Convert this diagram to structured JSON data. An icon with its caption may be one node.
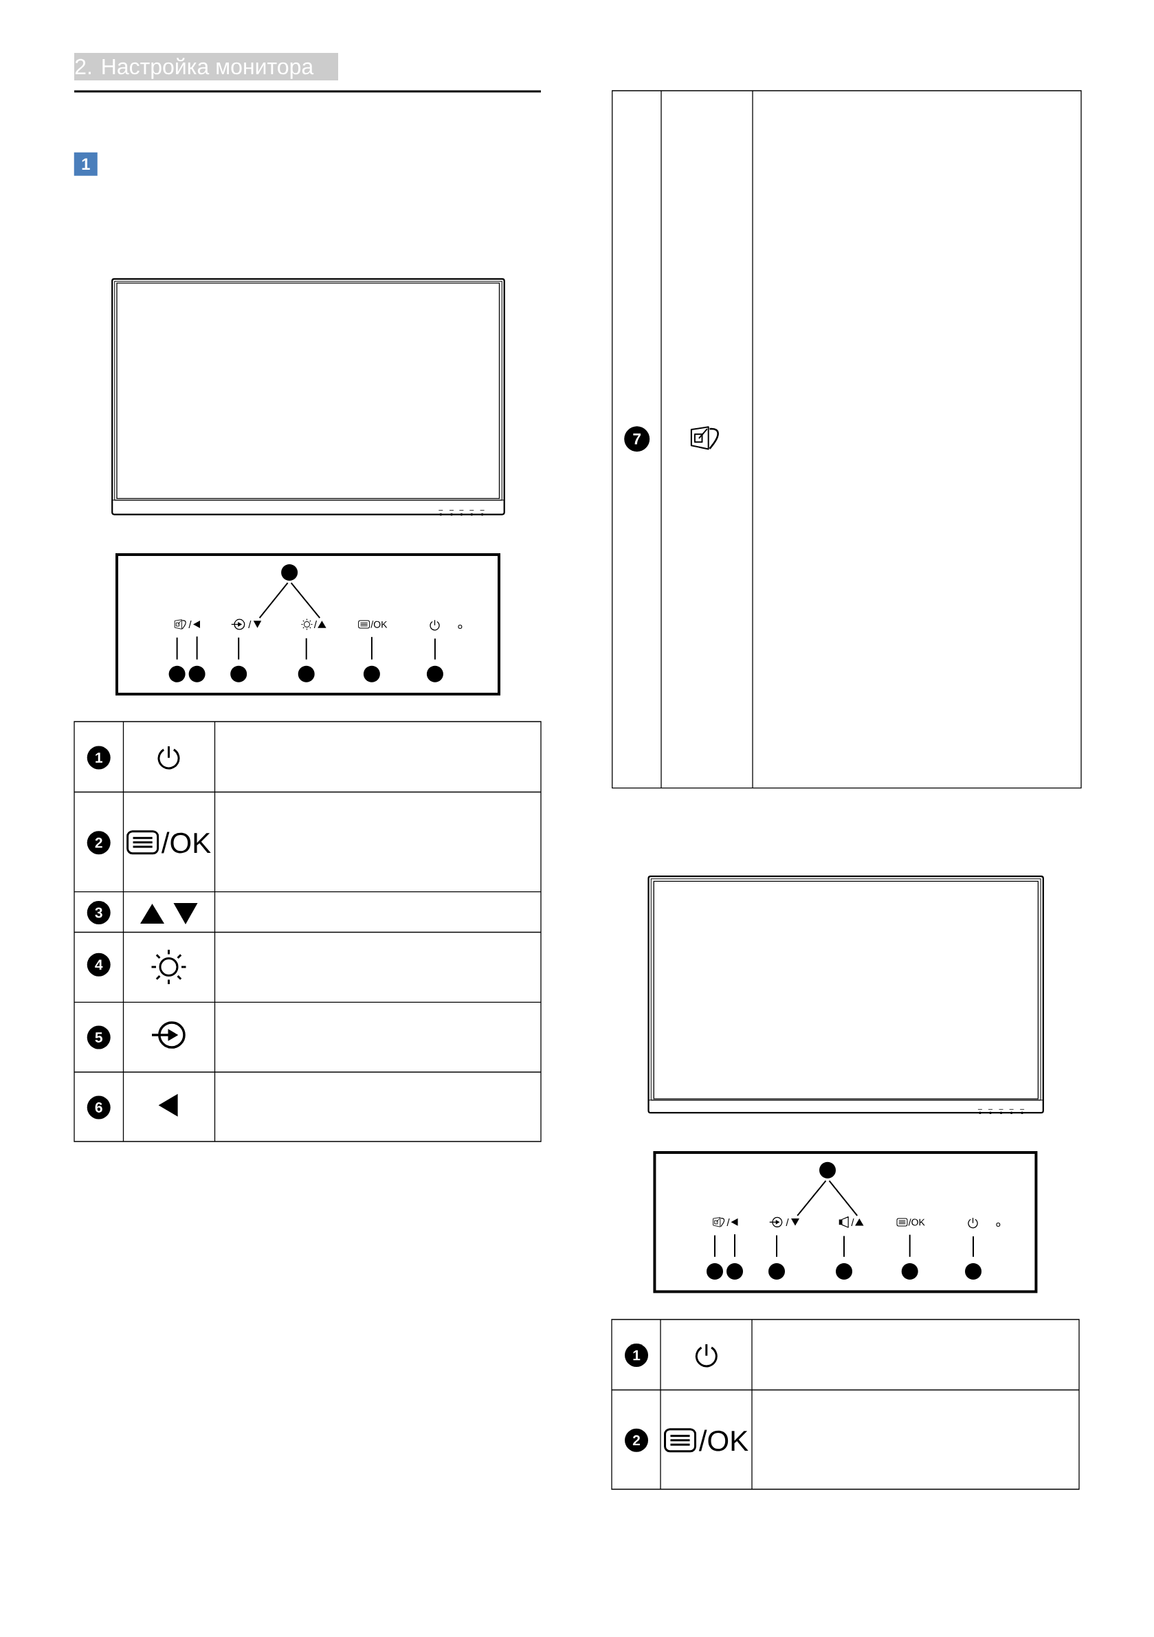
{
  "diagram": {
    "title": "2. Настройка монитора",
    "nodes": [
      {
        "text": [],
        "shape": "box"
      },
      {
        "text": [],
        "shape": "circle",
        "in": 0
      },
      {
        "text": [],
        "shape": "picture",
        "in": 0
      },
      {
        "text": [],
        "shape": "triangle",
        "in": 0
      },
      {
        "text": [],
        "shape": "picture",
        "in": 0
      },
      {
        "text": [],
        "shape": "triangle",
        "in": 0
      },
      {
        "text": [],
        "shape": "picture",
        "in": 0
      },
      {
        "text": [],
        "shape": "triangle",
        "in": 0
      },
      {
        "text": [
          "/OK"
        ],
        "in": 0
      },
      {
        "text": [],
        "shape": "picture",
        "in": 0
      },
      {
        "text": [],
        "shape": "circle",
        "in": 0
      },
      {
        "text": [],
        "shape": "circle",
        "in": 0
      },
      {
        "text": [],
        "shape": "circle",
        "in": 0
      },
      {
        "text": [],
        "shape": "circle",
        "in": 0
      },
      {
        "text": [],
        "shape": "circle",
        "in": 0
      },
      {
        "text": [],
        "shape": "circle",
        "in": 0
      },
      {
        "text": [],
        "shape": "box"
      },
      {
        "text": [],
        "shape": "circle",
        "in": 16
      },
      {
        "text": [],
        "shape": "picture",
        "in": 16
      },
      {
        "text": [],
        "shape": "triangle",
        "in": 16
      },
      {
        "text": [],
        "shape": "picture",
        "in": 16
      },
      {
        "text": [],
        "shape": "triangle",
        "in": 16
      },
      {
        "text": [],
        "shape": "speaker",
        "in": 16
      },
      {
        "text": [],
        "shape": "triangle",
        "in": 16
      },
      {
        "text": [
          "/OK"
        ],
        "in": 16
      },
      {
        "text": [],
        "shape": "picture",
        "in": 16
      },
      {
        "text": [],
        "shape": "circle",
        "in": 16
      },
      {
        "text": [],
        "shape": "circle",
        "in": 16
      },
      {
        "text": [],
        "shape": "circle",
        "in": 16
      },
      {
        "text": [],
        "shape": "circle",
        "in": 16
      },
      {
        "text": [],
        "shape": "circle",
        "in": 16
      },
      {
        "text": [],
        "shape": "circle",
        "in": 16
      }
    ],
    "edges": [
      {
        "from": 1,
        "to": 5,
        "arrow": "none"
      },
      {
        "from": 1,
        "to": 7,
        "arrow": "none"
      },
      {
        "from": 10,
        "to": 2,
        "arrow": "none"
      },
      {
        "from": 11,
        "to": 3,
        "arrow": "none"
      },
      {
        "from": 12,
        "to": 4,
        "arrow": "none"
      },
      {
        "from": 13,
        "to": 6,
        "arrow": "none"
      },
      {
        "from": 14,
        "to": 8,
        "arrow": "none"
      },
      {
        "from": 15,
        "to": 9,
        "arrow": "none"
      },
      {
        "from": 17,
        "to": 21,
        "arrow": "none"
      },
      {
        "from": 17,
        "to": 23,
        "arrow": "none"
      },
      {
        "from": 26,
        "to": 18,
        "arrow": "none"
      },
      {
        "from": 27,
        "to": 19,
        "arrow": "none"
      },
      {
        "from": 28,
        "to": 20,
        "arrow": "none"
      },
      {
        "from": 29,
        "to": 22,
        "arrow": "none"
      },
      {
        "from": 30,
        "to": 24,
        "arrow": "none"
      },
      {
        "from": 31,
        "to": 25,
        "arrow": "none"
      }
    ],
    "labels": [
      "1",
      "/",
      "/",
      "/",
      "1",
      "2",
      "/OK",
      "3",
      "4",
      "5",
      "6",
      "7",
      "/",
      "/",
      "/",
      "1",
      "2",
      "/OK"
    ]
  }
}
